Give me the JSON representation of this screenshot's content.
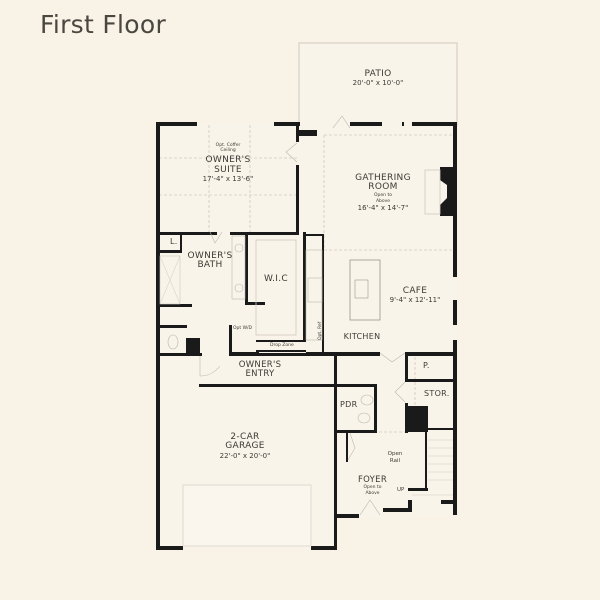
{
  "page": {
    "title": "First Floor"
  },
  "colors": {
    "background": "#f8f2e7",
    "interior": "#f9f4ea",
    "wall": "#1a1a1a",
    "text": "#3d3a36",
    "dashed": "#c9c3b8"
  },
  "rooms": {
    "patio": {
      "name": "PATIO",
      "dims": "20'-0\" x 10'-0\""
    },
    "owners_suite": {
      "note": "Opt. Coffer Ceiling",
      "name_line1": "OWNER'S",
      "name_line2": "SUITE",
      "dims": "17'-4\" x 13'-6\""
    },
    "gathering_room": {
      "name_line1": "GATHERING",
      "name_line2": "ROOM",
      "note_line1": "Open to",
      "note_line2": "Above",
      "dims": "16'-4\" x 14'-7\""
    },
    "linen": {
      "name": "L."
    },
    "owners_bath": {
      "name_line1": "OWNER'S",
      "name_line2": "BATH"
    },
    "wic": {
      "name": "W.I.C"
    },
    "cafe": {
      "name": "CAFE",
      "dims": "9'-4\" x 12'-11\""
    },
    "kitchen": {
      "name": "KITCHEN"
    },
    "opt_ref": {
      "name": "Opt. Ref"
    },
    "opt_wd": {
      "name": "Opt W/D"
    },
    "drop_zone": {
      "name": "Drop Zone"
    },
    "owners_entry": {
      "name_line1": "OWNER'S",
      "name_line2": "ENTRY"
    },
    "pantry": {
      "name": "P."
    },
    "storage": {
      "name": "STOR."
    },
    "powder": {
      "name": "PDR"
    },
    "garage": {
      "name_line1": "2-CAR",
      "name_line2": "GARAGE",
      "dims": "22'-0\" x 20'-0\""
    },
    "foyer": {
      "name": "FOYER",
      "note_line1": "Open to",
      "note_line2": "Above"
    },
    "open_rail": {
      "line1": "Open",
      "line2": "Rail"
    },
    "stairs": {
      "label": "UP"
    }
  }
}
